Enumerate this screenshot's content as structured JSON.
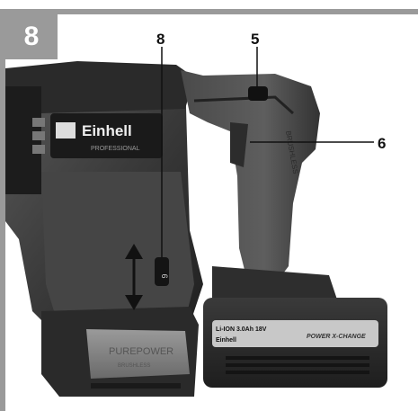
{
  "figure": {
    "number": "8",
    "callouts": {
      "switch": "8",
      "lock_button": "5",
      "handle": "6"
    },
    "brand": "Einhell",
    "sub_brand": "PROFESSIONAL",
    "direction_switch_mark": "6",
    "battery": {
      "spec": "Li-ION 3.0Ah 18V",
      "brand": "Einhell",
      "label": "POWER X-CHANGE"
    },
    "base_label": "PUREPOWER",
    "base_sublabel": "BRUSHLESS",
    "handle_label": "BRUSHLESS"
  },
  "colors": {
    "frame": "#9a9a9a",
    "tool_body": "#3c3c3c",
    "tool_dark": "#1e1e1e",
    "tool_light": "#6e6e6e",
    "battery_gray": "#c8c8c8"
  }
}
